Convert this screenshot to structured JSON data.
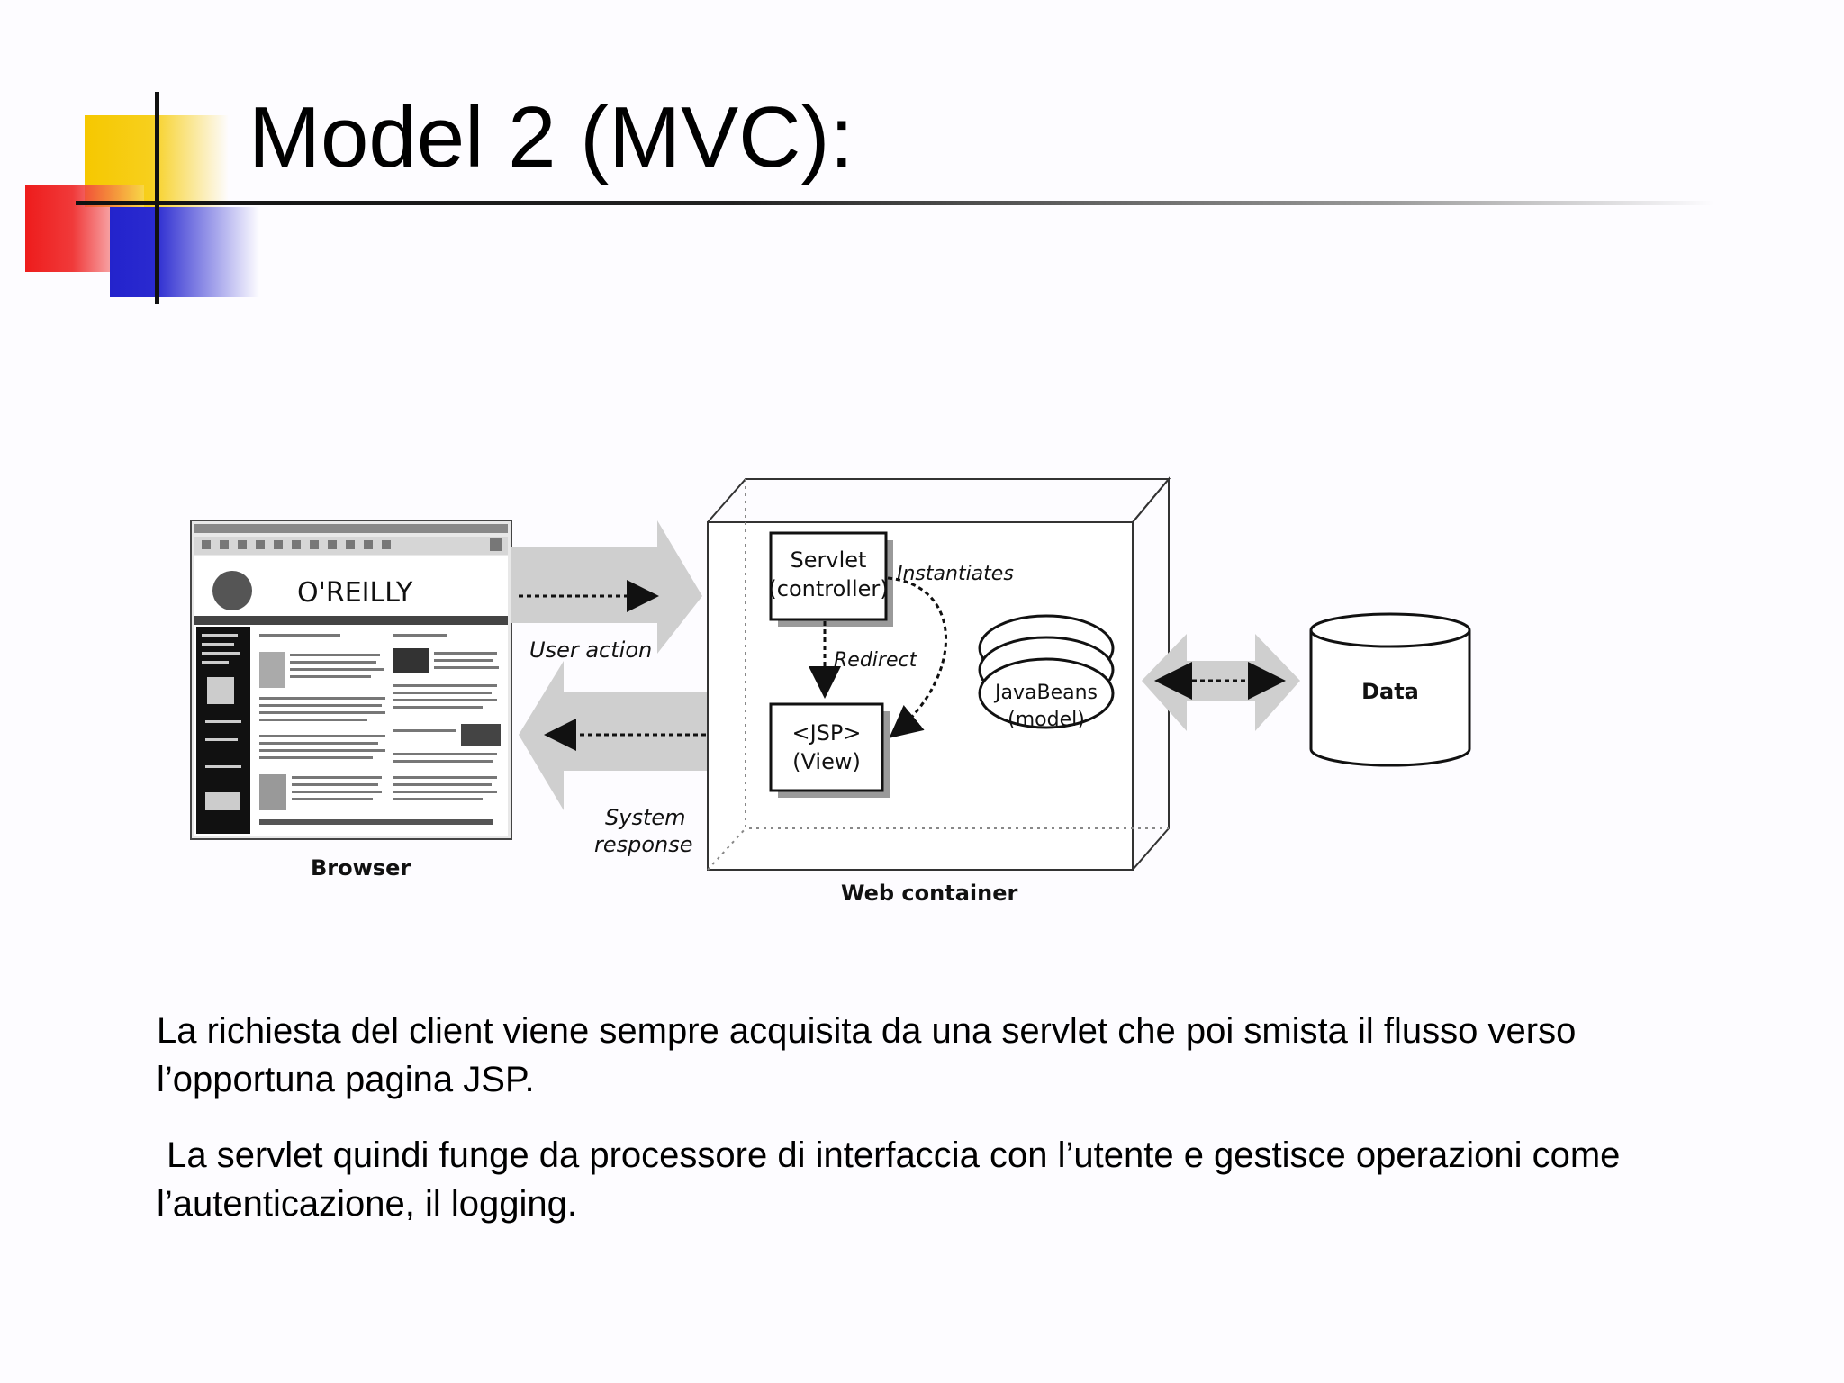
{
  "slide": {
    "title": "Model 2 (MVC):",
    "paragraphs": [
      "La richiesta del client viene sempre acquisita da una servlet che poi smista il flusso verso l’opportuna pagina JSP.",
      " La servlet quindi funge da processore di interfaccia con l’utente e gestisce operazioni come l’autenticazione, il logging."
    ]
  },
  "diagram": {
    "browser_label": "Browser",
    "browser_logo": "O'REILLY",
    "user_action": "User action",
    "system_response": [
      "System",
      "response"
    ],
    "servlet": [
      "Servlet",
      "(controller)"
    ],
    "instantiates": "Instantiates",
    "redirect": "Redirect",
    "jsp": [
      "<JSP>",
      "(View)"
    ],
    "javabeans": [
      "JavaBeans",
      "(model)"
    ],
    "web_container": "Web container",
    "data": "Data"
  },
  "colors": {
    "yellow": "#f6c800",
    "red": "#ee1c1c",
    "blue": "#2323cc"
  }
}
